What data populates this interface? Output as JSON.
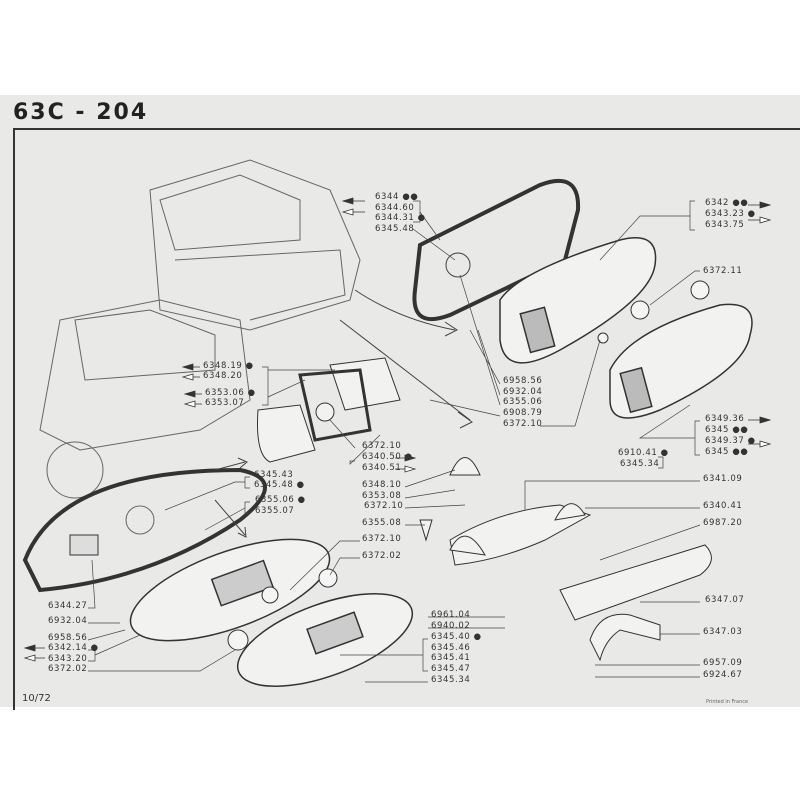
{
  "title": "63C - 204",
  "footer": "10/72",
  "printed": "Printed in France",
  "labels": {
    "a1": "6344 ●●",
    "a2": "6344.60",
    "a3": "6344.31 ●",
    "a4": "6345.48",
    "b1": "6342 ●●",
    "b2": "6343.23 ●",
    "b3": "6343.75",
    "c1": "6372.11",
    "d1": "6958.56",
    "d2": "6932.04",
    "d3": "6355.06",
    "d4": "6908.79",
    "d5": "6372.10",
    "e1": "6348.19 ●",
    "e2": "6348.20",
    "e3": "6353.06 ●",
    "e4": "6353.07",
    "f1": "6372.10",
    "f2": "6340.50 ●",
    "f3": "6340.51",
    "g1": "6345.43",
    "g2": "6345.48 ●",
    "g3": "6355.06 ●",
    "g4": "6355.07",
    "h1": "6348.10",
    "h2": "6353.08",
    "h3": "6372.10",
    "h4": "6355.08",
    "i1": "6372.10",
    "i2": "6372.02",
    "j1": "6349.36",
    "j2": "6345 ●●",
    "j3": "6349.37 ●",
    "j4": "6345 ●●",
    "k1": "6910.41 ●",
    "k2": "6345.34",
    "l1": "6341.09",
    "l2": "6340.41",
    "l3": "6987.20",
    "l4": "6347.07",
    "l5": "6347.03",
    "l6": "6957.09",
    "l7": "6924.67",
    "m1": "6344.27",
    "m2": "6932.04",
    "m3": "6958.56",
    "m4": "6342.14 ●",
    "m5": "6343.20",
    "m6": "6372.02",
    "n1": "6961.04",
    "n2": "6940.02",
    "n3": "6345.40 ●",
    "n4": "6345.46",
    "n5": "6345.41",
    "n6": "6345.47",
    "n7": "6345.34"
  }
}
